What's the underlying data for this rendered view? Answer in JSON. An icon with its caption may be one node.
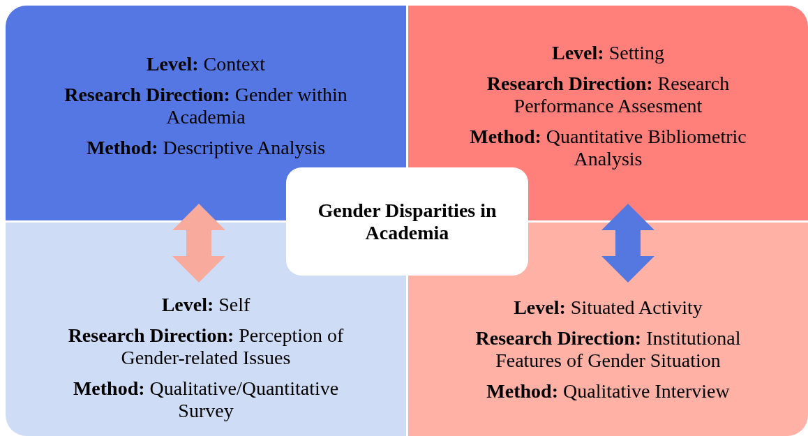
{
  "diagram": {
    "nodes": [
      {
        "text": [
          "**Level:** Context",
          "**Research Direction:** Gender within Academia",
          "**Method:** Descriptive Analysis"
        ]
      },
      {
        "text": [
          "**Level:** Setting",
          "**Research Direction:** Research Performance Assesment",
          "**Method:** Quantitative Bibliometric Analysis"
        ]
      },
      {
        "text": [
          "**Level:** Self",
          "**Research Direction:** Perception of Gender-related Issues",
          "**Method:** Qualitative/Quantitative Survey"
        ]
      },
      {
        "text": [
          "**Level:** Situated Activity",
          "**Research Direction:** Institutional Features of Gender Situation",
          "**Method:** Qualitative Interview"
        ]
      },
      {
        "text": [
          "Gender Disparities in Academia"
        ]
      }
    ],
    "edges": [
      {
        "from": 0,
        "to": 2,
        "arrow": "both",
        "color": "#f8ab9c"
      },
      {
        "from": 1,
        "to": 3,
        "arrow": "both",
        "color": "#5577e0"
      }
    ]
  }
}
